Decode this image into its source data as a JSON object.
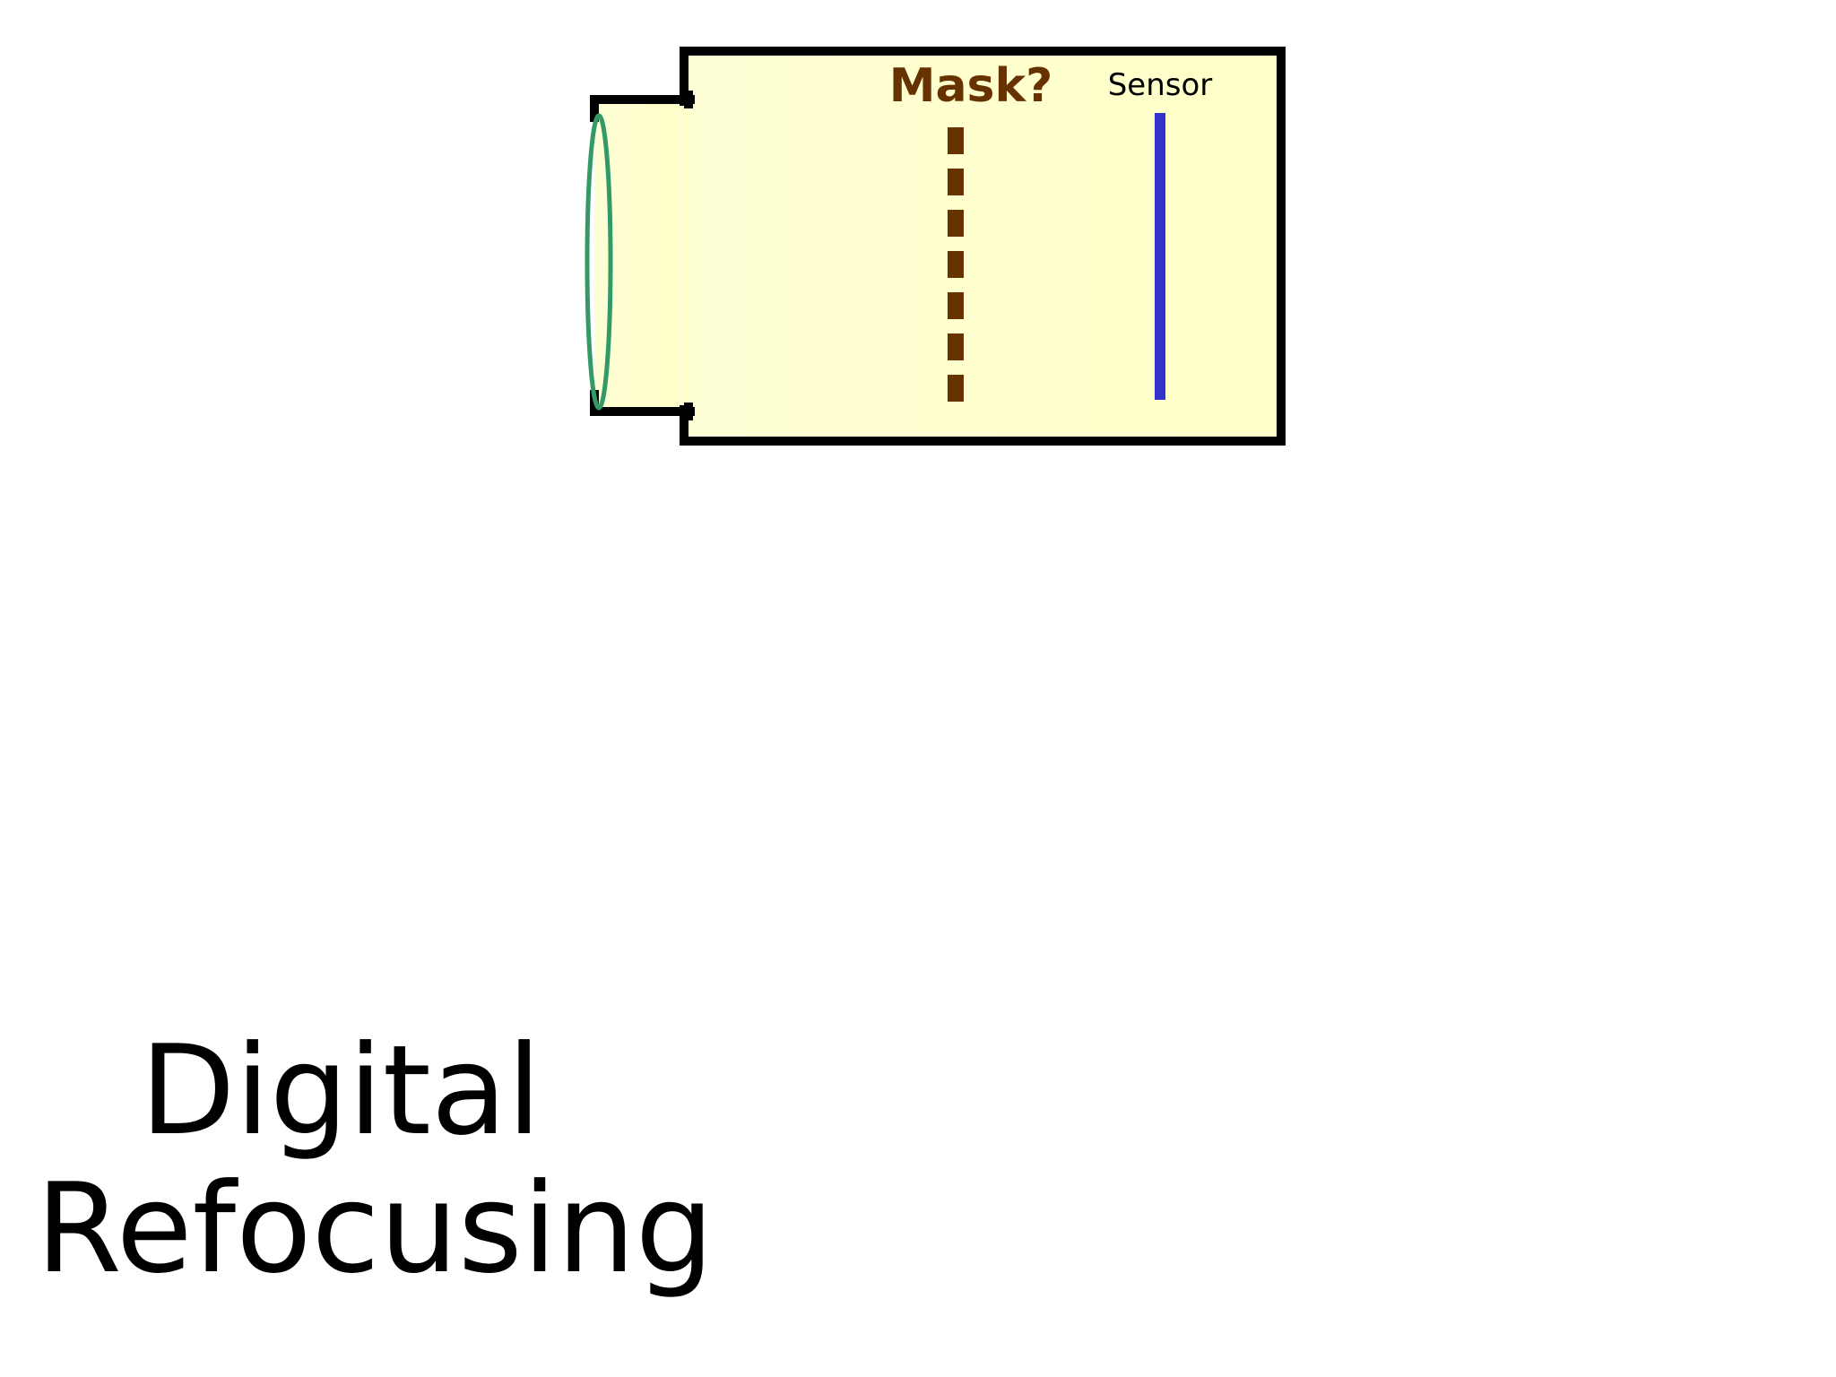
{
  "diagram": {
    "mask_label": "Mask?",
    "sensor_label": "Sensor"
  },
  "caption": {
    "line1": "Digital",
    "line2": "Refocusing"
  },
  "colors": {
    "camera_fill": "#FFFFCC",
    "camera_outline": "#000000",
    "lens": "#339966",
    "mask": "#663300",
    "sensor": "#3333CC",
    "background": "#FFFFFF"
  }
}
